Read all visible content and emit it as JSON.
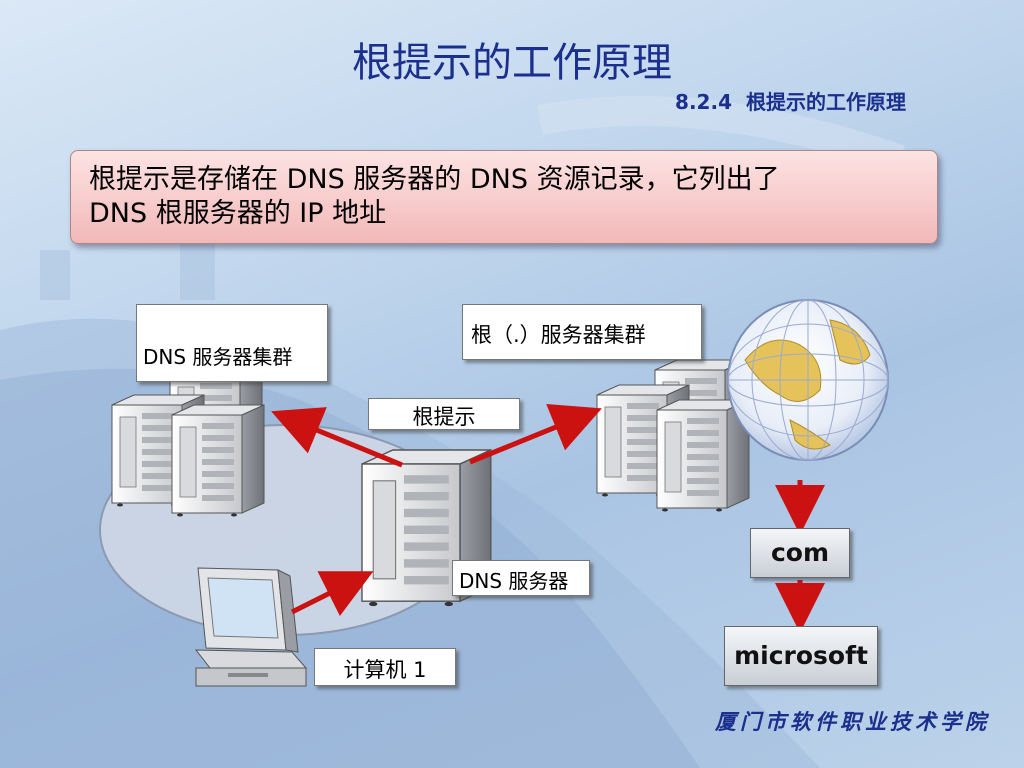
{
  "slide": {
    "title": "根提示的工作原理",
    "section_number": "8.2.4",
    "section_title": "根提示的工作原理",
    "callout_line1": "根提示是存储在 DNS 服务器的 DNS 资源记录，它列出了",
    "callout_line2": "DNS 根服务器的 IP 地址",
    "footer": "厦门市软件职业技术学院"
  },
  "labels": {
    "dns_cluster": "DNS 服务器集群",
    "root_cluster": "根（.）服务器集群",
    "root_hints": "根提示",
    "dns_server": "DNS 服务器",
    "computer": "计算机 1",
    "com": "com",
    "microsoft": "microsoft"
  },
  "colors": {
    "title": "#1b2f8c",
    "arrow": "#cc1111",
    "callout": "#f5c6c6"
  }
}
